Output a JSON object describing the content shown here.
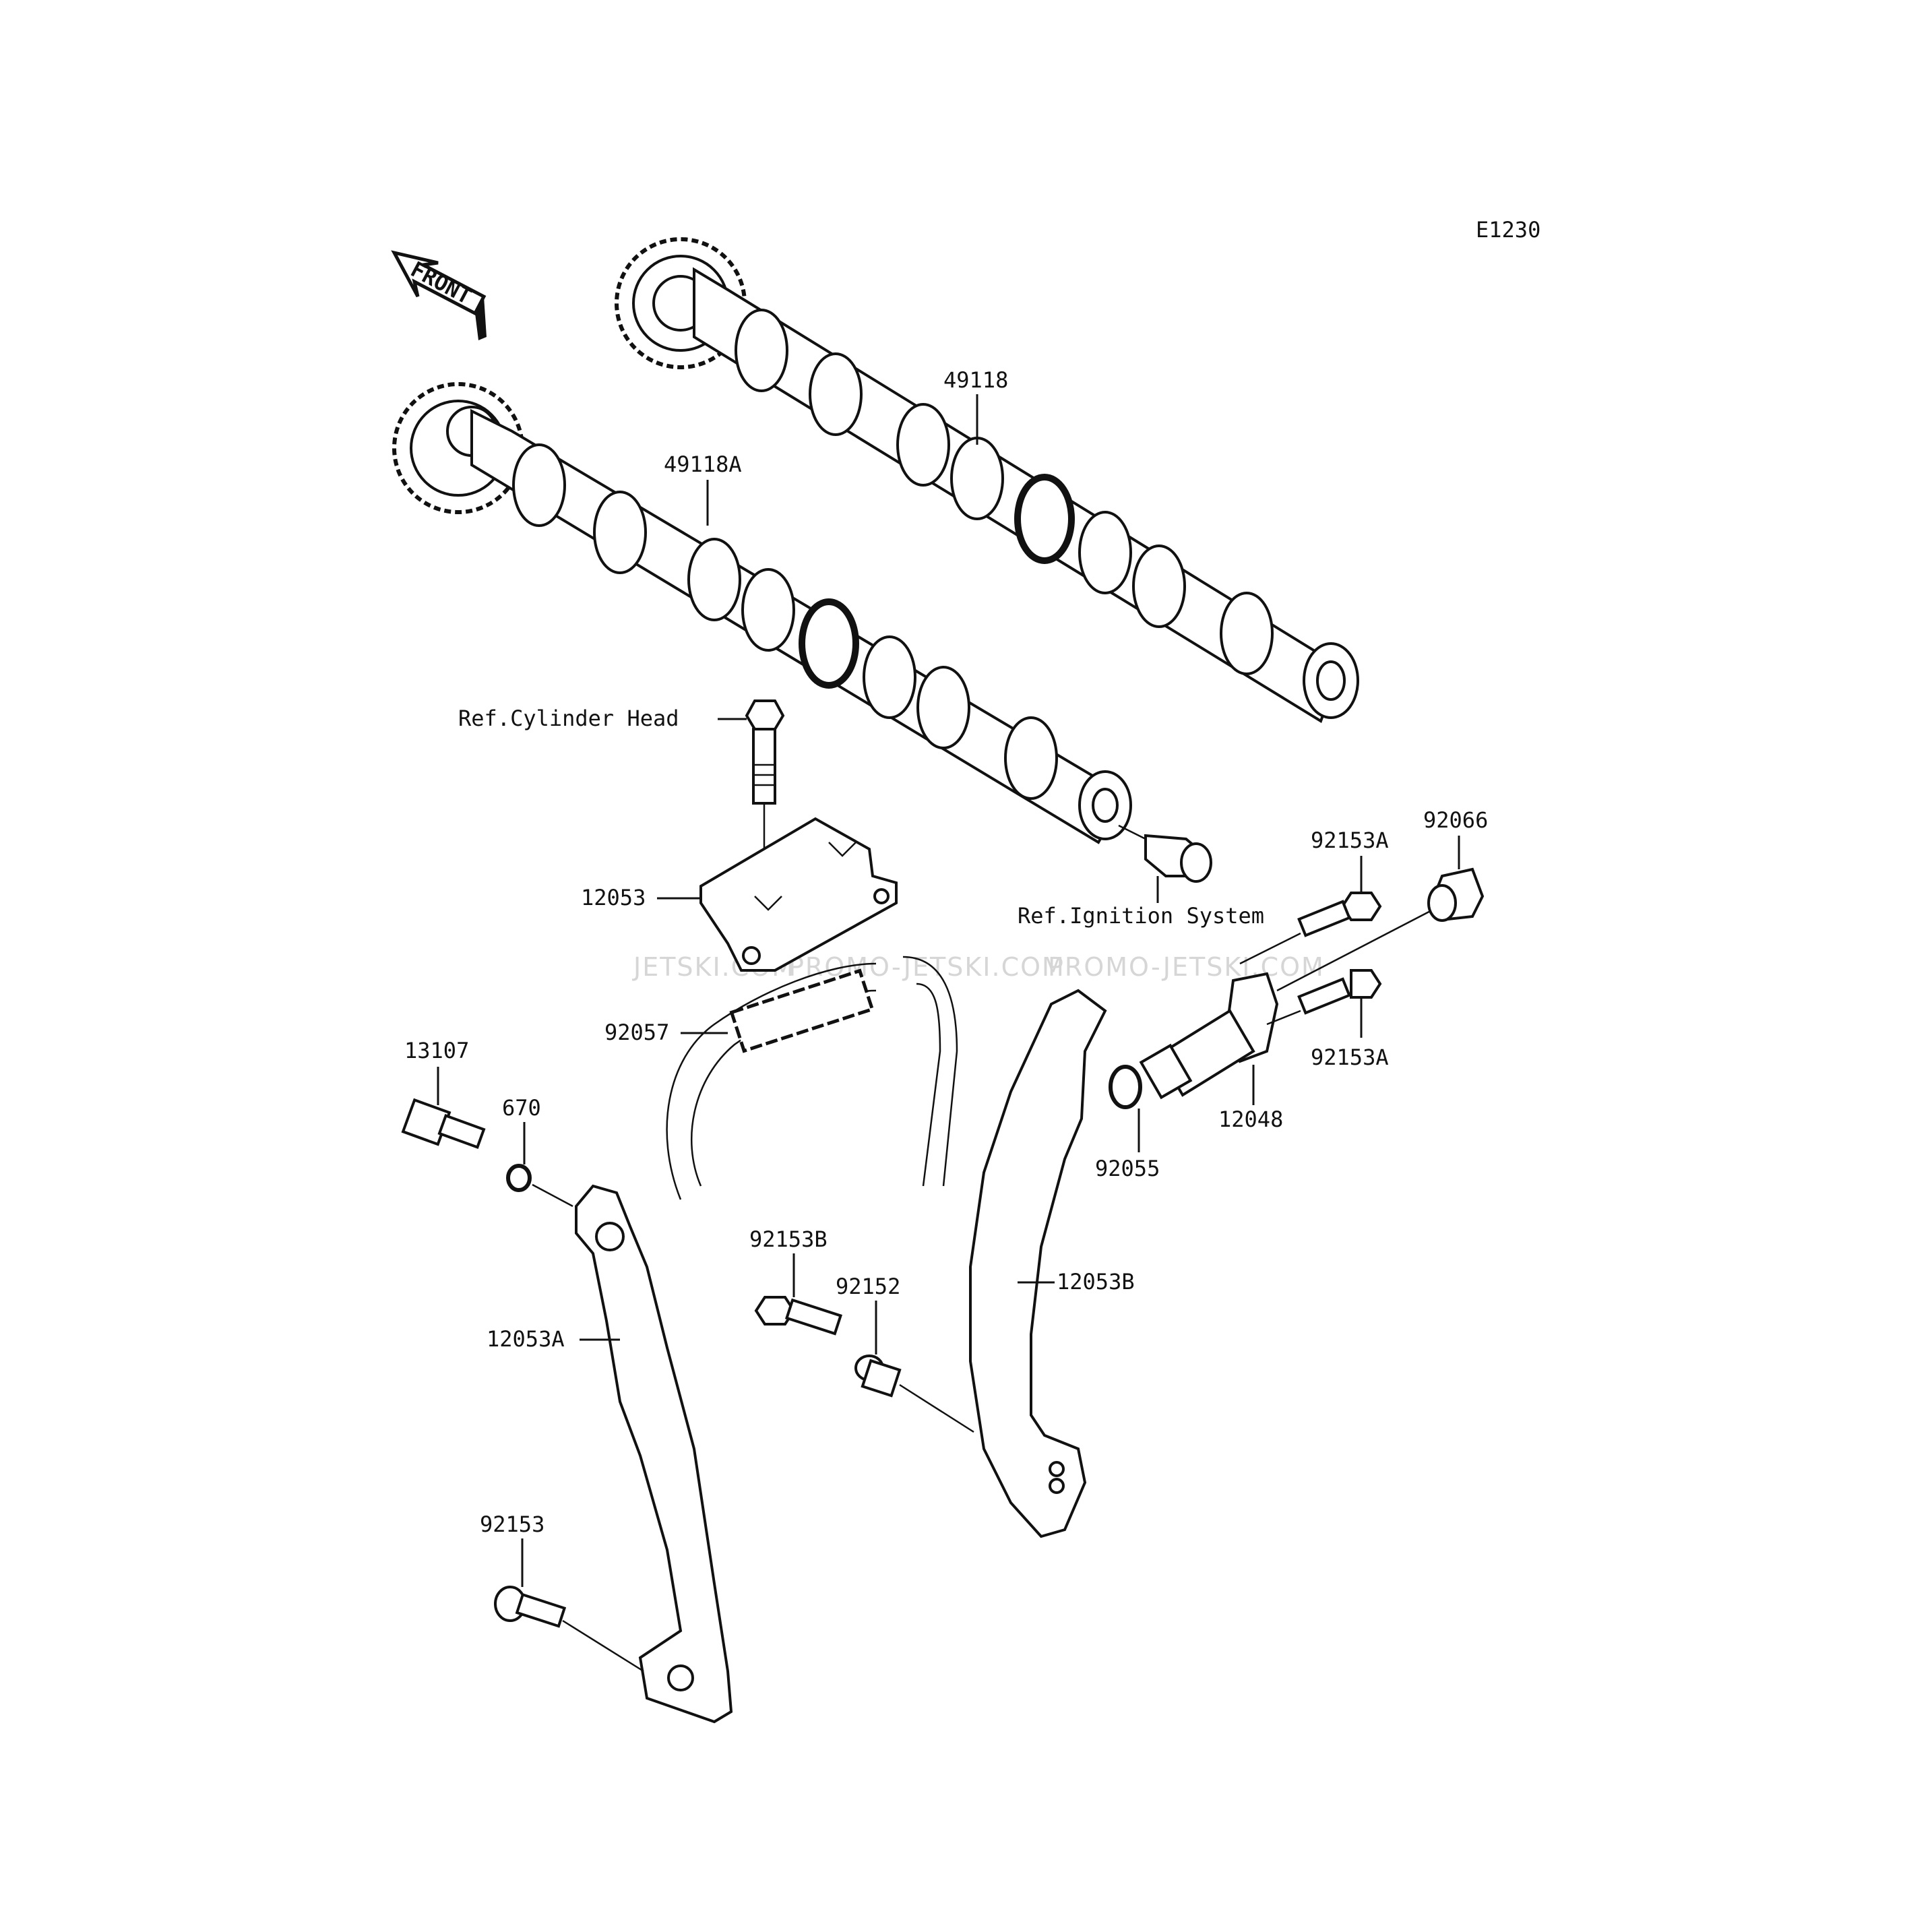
{
  "diagram_code": "E1230",
  "front_label": "FRONT",
  "watermarks": [
    "JETSKI.COM",
    "PROMO-JETSKI.COM",
    "PROMO-JETSKI.COM"
  ],
  "parts": {
    "p49118": "49118",
    "p49118A": "49118A",
    "p12053": "12053",
    "p92057": "92057",
    "p13107": "13107",
    "p670": "670",
    "p12053A": "12053A",
    "p92153": "92153",
    "p92153B": "92153B",
    "p92152": "92152",
    "p12053B": "12053B",
    "p92055": "92055",
    "p12048": "12048",
    "p92153A_top": "92153A",
    "p92066": "92066",
    "p92153A_bottom": "92153A"
  },
  "references": {
    "cylinder_head": "Ref.Cylinder Head",
    "ignition_system": "Ref.Ignition System"
  }
}
